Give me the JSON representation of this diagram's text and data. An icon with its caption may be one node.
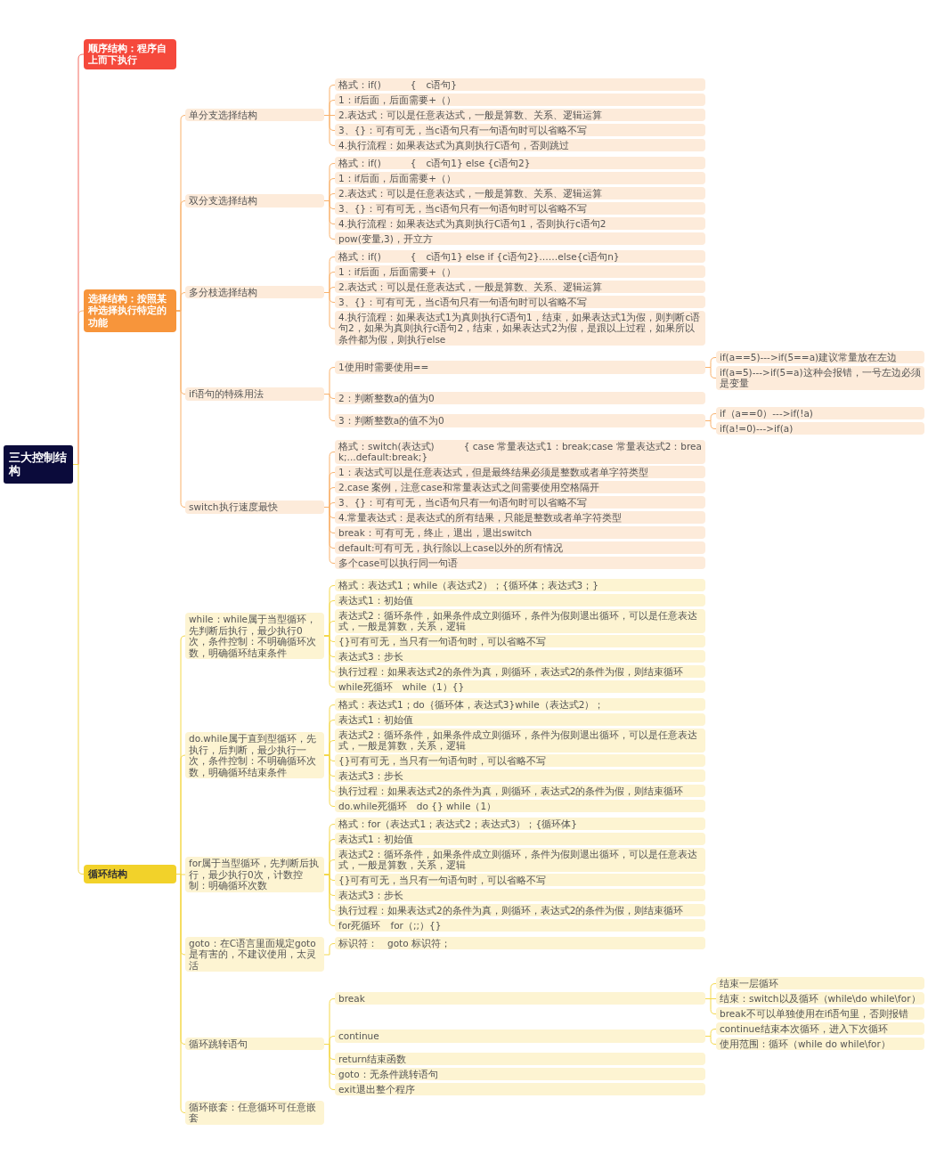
{
  "diagram": {
    "nodes": [
      {
        "text": [
          "三大控制结构"
        ]
      },
      {
        "text": [
          "顺序结构：程序自上而下执行"
        ]
      },
      {
        "text": [
          "选择结构：按照某种选择执行特定的功能"
        ]
      },
      {
        "text": [
          "单分支选择结构"
        ]
      },
      {
        "text": [
          "格式：if()　　　{　c语句}"
        ]
      },
      {
        "text": [
          "1：if后面，后面需要+（）"
        ]
      },
      {
        "text": [
          "2.表达式：可以是任意表达式，一般是算数、关系、逻辑运算"
        ]
      },
      {
        "text": [
          "3、{}：可有可无，当c语句只有一句语句时可以省略不写"
        ]
      },
      {
        "text": [
          "4.执行流程：如果表达式为真则执行C语句，否则跳过"
        ]
      },
      {
        "text": [
          "双分支选择结构"
        ]
      },
      {
        "text": [
          "格式：if()　　　{　c语句1} else {c语句2}"
        ]
      },
      {
        "text": [
          "1：if后面，后面需要+（）"
        ]
      },
      {
        "text": [
          "2.表达式：可以是任意表达式，一般是算数、关系、逻辑运算"
        ]
      },
      {
        "text": [
          "3、{}：可有可无，当c语句只有一句语句时可以省略不写"
        ]
      },
      {
        "text": [
          "4.执行流程：如果表达式为真则执行C语句1，否则执行c语句2"
        ]
      },
      {
        "text": [
          "pow(变量,3)，开立方"
        ]
      },
      {
        "text": [
          "多分枝选择结构"
        ]
      },
      {
        "text": [
          "格式：if()　　　{　c语句1} else if {c语句2}……else{c语句n}"
        ]
      },
      {
        "text": [
          "1：if后面，后面需要+（）"
        ]
      },
      {
        "text": [
          "2.表达式：可以是任意表达式，一般是算数、关系、逻辑运算"
        ]
      },
      {
        "text": [
          "3、{}：可有可无，当c语句只有一句语句时可以省略不写"
        ]
      },
      {
        "text": [
          "4.执行流程：如果表达式1为真则执行C语句1，结束，如果表达式1为假，则判断c语句2，如果为真则执行c语句2，结束，如果表达式2为假，是跟以上过程，如果所以条件都为假，则执行else"
        ]
      },
      {
        "text": [
          "if语句的特殊用法"
        ]
      },
      {
        "text": [
          "1使用时需要使用=="
        ]
      },
      {
        "text": [
          "if(a==5)--->if(5==a)建议常量放在左边"
        ]
      },
      {
        "text": [
          "if(a=5)--->if(5=a)这种会报错，一号左边必须是变量"
        ]
      },
      {
        "text": [
          "2：判断整数a的值为0"
        ]
      },
      {
        "text": [
          "3：判断整数a的值不为0"
        ]
      },
      {
        "text": [
          "if（a==0）--->if(!a)"
        ]
      },
      {
        "text": [
          "if(a!=0)--->if(a)"
        ]
      },
      {
        "text": [
          "switch执行速度最快"
        ]
      },
      {
        "text": [
          "格式：switch(表达式)　　　{ case 常量表达式1：break;case 常量表达式2：break;...default:break;}"
        ]
      },
      {
        "text": [
          "1：表达式可以是任意表达式，但是最终结果必须是整数或者单字符类型"
        ]
      },
      {
        "text": [
          "2.case 案例，注意case和常量表达式之间需要使用空格隔开"
        ]
      },
      {
        "text": [
          "3、{}：可有可无，当c语句只有一句语句时可以省略不写"
        ]
      },
      {
        "text": [
          "4.常量表达式：是表达式的所有结果，只能是整数或者单字符类型"
        ]
      },
      {
        "text": [
          "break：可有可无，终止，退出，退出switch"
        ]
      },
      {
        "text": [
          "default:可有可无，执行除以上case以外的所有情况"
        ]
      },
      {
        "text": [
          "多个case可以执行同一句语"
        ]
      },
      {
        "text": [
          "循环结构"
        ]
      },
      {
        "text": [
          "while：while属于当型循环，先判断后执行，最少执行0次，条件控制：不明确循环次数，明确循环结束条件"
        ]
      },
      {
        "text": [
          "格式：表达式1；while（表达式2）；{循环体；表达式3；}"
        ]
      },
      {
        "text": [
          "表达式1：初始值"
        ]
      },
      {
        "text": [
          "表达式2：循环条件，如果条件成立则循环，条件为假则退出循环，可以是任意表达式，一般是算数，关系，逻辑"
        ]
      },
      {
        "text": [
          "{}可有可无，当只有一句语句时，可以省略不写"
        ]
      },
      {
        "text": [
          "表达式3：步长"
        ]
      },
      {
        "text": [
          "执行过程：如果表达式2的条件为真，则循环，表达式2的条件为假，则结束循环"
        ]
      },
      {
        "text": [
          "while死循环　while（1）{}"
        ]
      },
      {
        "text": [
          "do.while属于直到型循环，先执行，后判断，最少执行一次，条件控制：不明确循环次数，明确循环结束条件"
        ]
      },
      {
        "text": [
          "格式：表达式1；do｛循环体，表达式3}while（表达式2）；"
        ]
      },
      {
        "text": [
          "表达式1：初始值"
        ]
      },
      {
        "text": [
          "表达式2：循环条件，如果条件成立则循环，条件为假则退出循环，可以是任意表达式，一般是算数，关系，逻辑"
        ]
      },
      {
        "text": [
          "{}可有可无，当只有一句语句时，可以省略不写"
        ]
      },
      {
        "text": [
          "表达式3：步长"
        ]
      },
      {
        "text": [
          "执行过程：如果表达式2的条件为真，则循环，表达式2的条件为假，则结束循环"
        ]
      },
      {
        "text": [
          "do.while死循环　do {} while（1）"
        ]
      },
      {
        "text": [
          "for属于当型循环，先判断后执行，最少执行0次，计数控制：明确循环次数"
        ]
      },
      {
        "text": [
          "格式：for（表达式1；表达式2；表达式3）；{循环体}"
        ]
      },
      {
        "text": [
          "表达式1：初始值"
        ]
      },
      {
        "text": [
          "表达式2：循环条件，如果条件成立则循环，条件为假则退出循环，可以是任意表达式，一般是算数，关系，逻辑"
        ]
      },
      {
        "text": [
          "{}可有可无，当只有一句语句时，可以省略不写"
        ]
      },
      {
        "text": [
          "表达式3：步长"
        ]
      },
      {
        "text": [
          "执行过程：如果表达式2的条件为真，则循环，表达式2的条件为假，则结束循环"
        ]
      },
      {
        "text": [
          "for死循环　for（;;）{}"
        ]
      },
      {
        "text": [
          "goto：在C语言里面规定goto是有害的，不建议使用，太灵活"
        ]
      },
      {
        "text": [
          "标识符：　goto 标识符；"
        ]
      },
      {
        "text": [
          "循环跳转语句"
        ]
      },
      {
        "text": [
          "break"
        ]
      },
      {
        "text": [
          "结束一层循环"
        ]
      },
      {
        "text": [
          "结束：switch以及循环（while\\do while\\for）"
        ]
      },
      {
        "text": [
          "break不可以单独使用在if语句里，否则报错"
        ]
      },
      {
        "text": [
          "continue"
        ]
      },
      {
        "text": [
          "continue结束本次循环，进入下次循环"
        ]
      },
      {
        "text": [
          "使用范围：循环（while do while\\for）"
        ]
      },
      {
        "text": [
          "return结束函数"
        ]
      },
      {
        "text": [
          "goto：无条件跳转语句"
        ]
      },
      {
        "text": [
          "exit退出整个程序"
        ]
      },
      {
        "text": [
          "循环嵌套：任意循环可任意嵌套"
        ]
      }
    ],
    "edges": [
      {
        "from": 0,
        "to": 1,
        "arrow": "none",
        "color": "#f36b60"
      },
      {
        "from": 0,
        "to": 2,
        "arrow": "none",
        "color": "#f9b16b"
      },
      {
        "from": 2,
        "to": 3,
        "arrow": "none",
        "color": "#f9b16b"
      },
      {
        "from": 3,
        "to": 4,
        "arrow": "none",
        "color": "#f9b16b"
      },
      {
        "from": 3,
        "to": 5,
        "arrow": "none",
        "color": "#f9b16b"
      },
      {
        "from": 3,
        "to": 6,
        "arrow": "none",
        "color": "#f9b16b"
      },
      {
        "from": 3,
        "to": 7,
        "arrow": "none",
        "color": "#f9b16b"
      },
      {
        "from": 3,
        "to": 8,
        "arrow": "none",
        "color": "#f9b16b"
      },
      {
        "from": 2,
        "to": 9,
        "arrow": "none",
        "color": "#f9b16b"
      },
      {
        "from": 9,
        "to": 10,
        "arrow": "none",
        "color": "#f9b16b"
      },
      {
        "from": 9,
        "to": 11,
        "arrow": "none",
        "color": "#f9b16b"
      },
      {
        "from": 9,
        "to": 12,
        "arrow": "none",
        "color": "#f9b16b"
      },
      {
        "from": 9,
        "to": 13,
        "arrow": "none",
        "color": "#f9b16b"
      },
      {
        "from": 9,
        "to": 14,
        "arrow": "none",
        "color": "#f9b16b"
      },
      {
        "from": 9,
        "to": 15,
        "arrow": "none",
        "color": "#f9b16b"
      },
      {
        "from": 2,
        "to": 16,
        "arrow": "none",
        "color": "#f9b16b"
      },
      {
        "from": 16,
        "to": 17,
        "arrow": "none",
        "color": "#f9b16b"
      },
      {
        "from": 16,
        "to": 18,
        "arrow": "none",
        "color": "#f9b16b"
      },
      {
        "from": 16,
        "to": 19,
        "arrow": "none",
        "color": "#f9b16b"
      },
      {
        "from": 16,
        "to": 20,
        "arrow": "none",
        "color": "#f9b16b"
      },
      {
        "from": 16,
        "to": 21,
        "arrow": "none",
        "color": "#f9b16b"
      },
      {
        "from": 2,
        "to": 22,
        "arrow": "none",
        "color": "#f9b16b"
      },
      {
        "from": 22,
        "to": 23,
        "arrow": "none",
        "color": "#f9b16b"
      },
      {
        "from": 23,
        "to": 24,
        "arrow": "none",
        "color": "#f9b16b"
      },
      {
        "from": 23,
        "to": 25,
        "arrow": "none",
        "color": "#f9b16b"
      },
      {
        "from": 22,
        "to": 26,
        "arrow": "none",
        "color": "#f9b16b"
      },
      {
        "from": 22,
        "to": 27,
        "arrow": "none",
        "color": "#f9b16b"
      },
      {
        "from": 27,
        "to": 28,
        "arrow": "none",
        "color": "#f9b16b"
      },
      {
        "from": 27,
        "to": 29,
        "arrow": "none",
        "color": "#f9b16b"
      },
      {
        "from": 2,
        "to": 30,
        "arrow": "none",
        "color": "#f9b16b"
      },
      {
        "from": 30,
        "to": 31,
        "arrow": "none",
        "color": "#f9b16b"
      },
      {
        "from": 30,
        "to": 32,
        "arrow": "none",
        "color": "#f9b16b"
      },
      {
        "from": 30,
        "to": 33,
        "arrow": "none",
        "color": "#f9b16b"
      },
      {
        "from": 30,
        "to": 34,
        "arrow": "none",
        "color": "#f9b16b"
      },
      {
        "from": 30,
        "to": 35,
        "arrow": "none",
        "color": "#f9b16b"
      },
      {
        "from": 30,
        "to": 36,
        "arrow": "none",
        "color": "#f9b16b"
      },
      {
        "from": 30,
        "to": 37,
        "arrow": "none",
        "color": "#f9b16b"
      },
      {
        "from": 30,
        "to": 38,
        "arrow": "none",
        "color": "#f9b16b"
      },
      {
        "from": 0,
        "to": 39,
        "arrow": "none"
      },
      {
        "from": 39,
        "to": 40,
        "arrow": "none"
      },
      {
        "from": 40,
        "to": 41,
        "arrow": "none"
      },
      {
        "from": 40,
        "to": 42,
        "arrow": "none"
      },
      {
        "from": 40,
        "to": 43,
        "arrow": "none"
      },
      {
        "from": 40,
        "to": 44,
        "arrow": "none"
      },
      {
        "from": 40,
        "to": 45,
        "arrow": "none"
      },
      {
        "from": 40,
        "to": 46,
        "arrow": "none"
      },
      {
        "from": 40,
        "to": 47,
        "arrow": "none"
      },
      {
        "from": 39,
        "to": 48,
        "arrow": "none"
      },
      {
        "from": 48,
        "to": 49,
        "arrow": "none"
      },
      {
        "from": 48,
        "to": 50,
        "arrow": "none"
      },
      {
        "from": 48,
        "to": 51,
        "arrow": "none"
      },
      {
        "from": 48,
        "to": 52,
        "arrow": "none"
      },
      {
        "from": 48,
        "to": 53,
        "arrow": "none"
      },
      {
        "from": 48,
        "to": 54,
        "arrow": "none"
      },
      {
        "from": 48,
        "to": 55,
        "arrow": "none"
      },
      {
        "from": 39,
        "to": 56,
        "arrow": "none"
      },
      {
        "from": 56,
        "to": 57,
        "arrow": "none"
      },
      {
        "from": 56,
        "to": 58,
        "arrow": "none"
      },
      {
        "from": 56,
        "to": 59,
        "arrow": "none"
      },
      {
        "from": 56,
        "to": 60,
        "arrow": "none"
      },
      {
        "from": 56,
        "to": 61,
        "arrow": "none"
      },
      {
        "from": 56,
        "to": 62,
        "arrow": "none"
      },
      {
        "from": 56,
        "to": 63,
        "arrow": "none"
      },
      {
        "from": 39,
        "to": 64,
        "arrow": "none"
      },
      {
        "from": 64,
        "to": 65,
        "arrow": "none"
      },
      {
        "from": 39,
        "to": 66,
        "arrow": "none"
      },
      {
        "from": 66,
        "to": 67,
        "arrow": "none"
      },
      {
        "from": 67,
        "to": 68,
        "arrow": "none"
      },
      {
        "from": 67,
        "to": 69,
        "arrow": "none"
      },
      {
        "from": 67,
        "to": 70,
        "arrow": "none"
      },
      {
        "from": 66,
        "to": 71,
        "arrow": "none"
      },
      {
        "from": 71,
        "to": 72,
        "arrow": "none"
      },
      {
        "from": 71,
        "to": 73,
        "arrow": "none"
      },
      {
        "from": 66,
        "to": 74,
        "arrow": "none"
      },
      {
        "from": 66,
        "to": 75,
        "arrow": "none"
      },
      {
        "from": 66,
        "to": 76,
        "arrow": "none"
      },
      {
        "from": 39,
        "to": 77,
        "arrow": "none"
      }
    ]
  }
}
